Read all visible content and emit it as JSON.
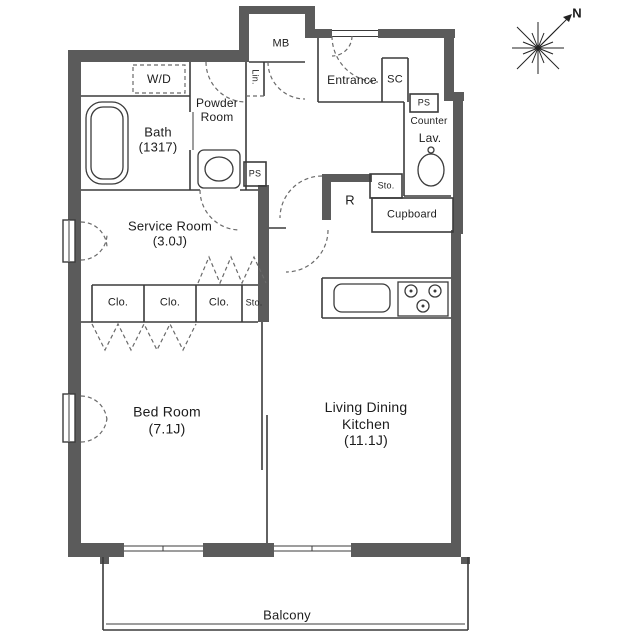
{
  "colors": {
    "wall_fill": "#5b5b5b",
    "line": "#3b3b3b",
    "dashed_line": "#6a6a6a",
    "text": "#1c1c1c",
    "background": "#ffffff"
  },
  "labels": {
    "wd": "W/D",
    "lin": "Lin.",
    "mb": "MB",
    "entrance": "Entrance",
    "sc": "SC",
    "ps_top": "PS",
    "counter": "Counter",
    "lav": "Lav.",
    "powder_room": "Powder\nRoom",
    "bath": "Bath\n(1317)",
    "sto_upper": "Sto.",
    "refrigerator": "R",
    "cupboard": "Cupboard",
    "service_room": "Service Room\n(3.0J)",
    "ps_mid": "PS",
    "clo_1": "Clo.",
    "clo_2": "Clo.",
    "clo_3": "Clo.",
    "sto_lower": "Sto.",
    "bed_room": "Bed Room\n(7.1J)",
    "ldk": "Living Dining\nKitchen\n(11.1J)",
    "balcony": "Balcony",
    "north": "N"
  }
}
